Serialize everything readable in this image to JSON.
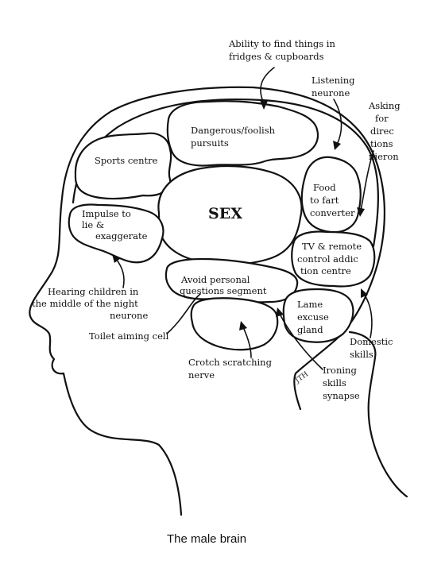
{
  "diagram": {
    "center_label": "SEX",
    "caption": "The male brain",
    "signature": "JTH",
    "regions": {
      "fridges": [
        "Ability to find things in",
        "fridges & cupboards"
      ],
      "listening": [
        "Listening",
        "neurone"
      ],
      "directions": [
        "Asking",
        "for",
        "direc",
        "tions",
        "nieron"
      ],
      "dangerous": [
        "Dangerous/foolish",
        "pursuits"
      ],
      "sports": [
        "Sports centre"
      ],
      "food": [
        "Food",
        "to fart",
        "converter"
      ],
      "impulse": [
        "Impulse to",
        "lie &",
        "exaggerate"
      ],
      "tv": [
        "TV & remote",
        "control addic",
        "tion centre"
      ],
      "avoid": [
        "Avoid personal",
        "questions segment"
      ],
      "lame": [
        "Lame",
        "excuse",
        "gland"
      ],
      "hearing": [
        "Hearing children in",
        "the middle of the night",
        "neurone"
      ],
      "toilet": [
        "Toilet aiming cell"
      ],
      "domestic": [
        "Domestic",
        "skills"
      ],
      "crotch": [
        "Crotch scratching",
        "nerve"
      ],
      "ironing": [
        "Ironing",
        "skills",
        "synapse"
      ]
    }
  }
}
